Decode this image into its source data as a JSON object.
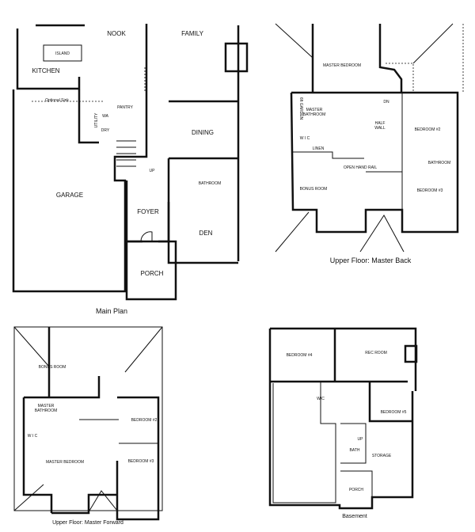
{
  "plans": {
    "main": {
      "caption": "Main Plan",
      "rooms": {
        "nook": "NOOK",
        "family": "FAMILY",
        "island": "ISLAND",
        "kitchen": "KITCHEN",
        "optional_sink": "Optional Sink",
        "utility": "UTILITY",
        "wa": "WA",
        "dry": "DRY",
        "pantry": "PANTRY",
        "dining": "DINING",
        "bathroom": "BATHROOM",
        "garage": "GARAGE",
        "foyer": "FOYER",
        "den": "DEN",
        "porch": "PORCH",
        "up": "UP"
      }
    },
    "upper_back": {
      "caption": "Upper Floor: Master Back",
      "rooms": {
        "master_bedroom": "MASTER BEDROOM",
        "master_bathroom_1": "MASTER",
        "master_bathroom_2": "BATHROOM",
        "garden_tub": "6ft GARDEN",
        "wic": "W I C",
        "linen": "LINEN",
        "dn": "DN",
        "half_wall_1": "HALF",
        "half_wall_2": "WALL",
        "bedroom2": "BEDROOM #2",
        "bathroom": "BATHROOM",
        "open_hand_rail": "OPEN HAND RAIL",
        "bonus_room": "BONUS ROOM",
        "bedroom3": "BEDROOM #3"
      }
    },
    "upper_forward": {
      "caption": "Upper Floor: Master Forward",
      "rooms": {
        "bonus_room": "BONUS ROOM",
        "master_bath_1": "MASTER",
        "master_bath_2": "BATHROOM",
        "wic": "W I C",
        "bedroom2": "BEDROOM #2",
        "bedroom3": "BEDROOM #3",
        "master_bedroom": "MASTER BEDROOM"
      }
    },
    "basement": {
      "caption": "Basement",
      "rooms": {
        "bedroom4": "BEDROOM #4",
        "rec_room": "REC ROOM",
        "wic": "WIC",
        "bedroom5": "BEDROOM #5",
        "bath": "BATH",
        "storage": "STORAGE",
        "porch": "PORCH",
        "up": "UP"
      }
    }
  }
}
